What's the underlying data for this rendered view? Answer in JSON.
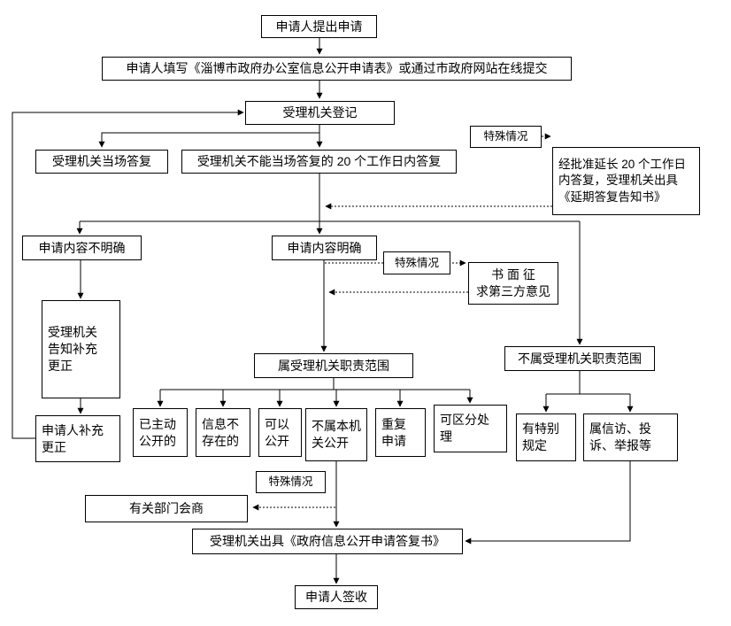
{
  "colors": {
    "background": "#ffffff",
    "stroke": "#000000"
  },
  "diagram": {
    "nodes": {
      "apply": {
        "label": "申请人提出申请"
      },
      "form": {
        "label": "申请人填写《淄博市政府办公室信息公开申请表》或通过市政府网站在线提交"
      },
      "register": {
        "label": "受理机关登记"
      },
      "onspot_reply": {
        "label": "受理机关当场答复"
      },
      "reply_20days": {
        "label": "受理机关不能当场答复的 20 个工作日内答复"
      },
      "special_case_1": {
        "label": "特殊情况"
      },
      "extension": {
        "label": "经批准延长 20 个工作日\n内答复，受理机关出具\n《延期答复告知书》"
      },
      "content_unclear": {
        "label": "申请内容不明确"
      },
      "content_clear": {
        "label": "申请内容明确"
      },
      "special_case_2": {
        "label": "特殊情况"
      },
      "third_party": {
        "label": "书 面 征\n求第三方意见"
      },
      "notify_supplement": {
        "label": "受理机关\n告知补充\n更正"
      },
      "applicant_supplement": {
        "label": "申请人补充\n更正"
      },
      "in_scope": {
        "label": "属受理机关职责范围"
      },
      "out_scope": {
        "label": "不属受理机关职责范围"
      },
      "already_public": {
        "label": "已主动\n公开的"
      },
      "info_not_exist": {
        "label": "信息不\n存在的"
      },
      "can_public": {
        "label": "可以\n公开"
      },
      "not_this_org": {
        "label": "不属本机\n关公开"
      },
      "repeat_apply": {
        "label": "重复\n申请"
      },
      "separable": {
        "label": "可区分处\n理"
      },
      "special_rule": {
        "label": "有特别\n规定"
      },
      "petition": {
        "label": "属信访、投\n诉、举报等"
      },
      "special_case_3": {
        "label": "特殊情况"
      },
      "consult": {
        "label": "有关部门会商"
      },
      "reply_doc": {
        "label": "受理机关出具《政府信息公开申请答复书》"
      },
      "sign": {
        "label": "申请人签收"
      }
    }
  }
}
